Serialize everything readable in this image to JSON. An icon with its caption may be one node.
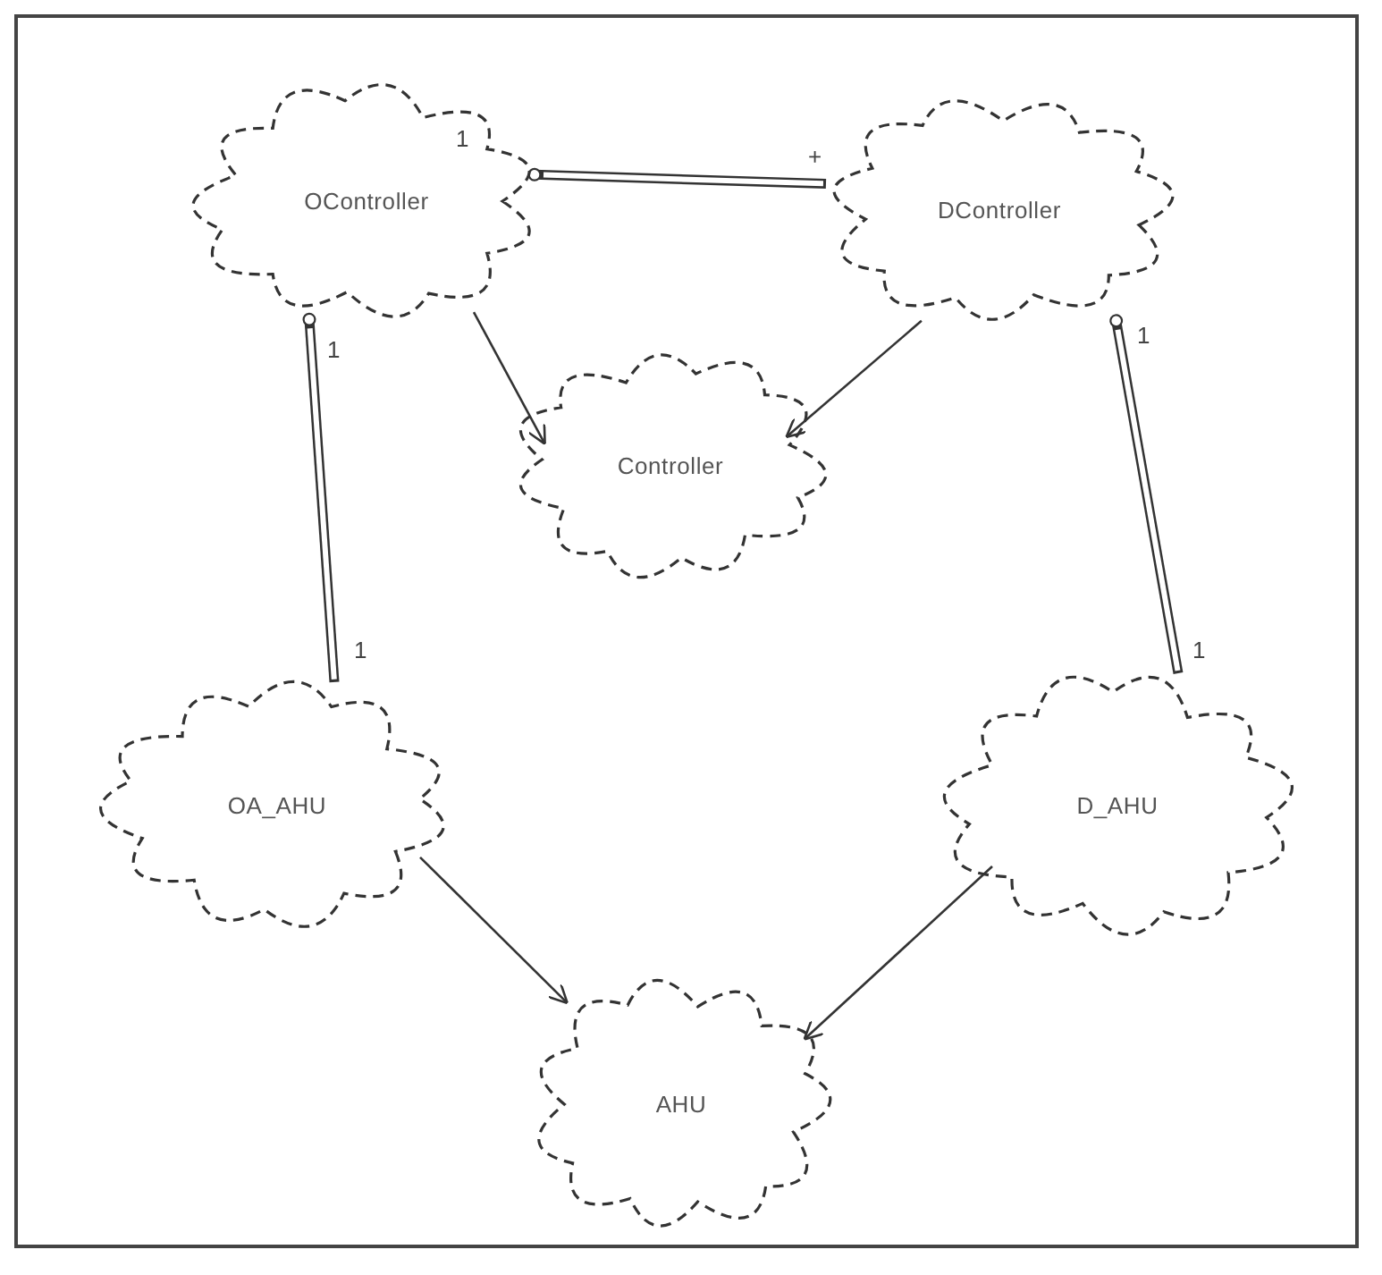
{
  "diagram": {
    "nodes": [
      {
        "text": [
          "OController"
        ]
      },
      {
        "text": [
          "DController"
        ]
      },
      {
        "text": [
          "Controller"
        ]
      },
      {
        "text": [
          "OA_AHU"
        ]
      },
      {
        "text": [
          "D_AHU"
        ]
      },
      {
        "text": [
          "AHU"
        ]
      }
    ],
    "edges": [
      {
        "from": 0,
        "to": 1,
        "arrow": "other",
        "style": "thick"
      },
      {
        "from": 0,
        "to": 2,
        "arrow": "to"
      },
      {
        "from": 1,
        "to": 2,
        "arrow": "to"
      },
      {
        "from": 0,
        "to": 3,
        "arrow": "other",
        "style": "thick"
      },
      {
        "from": 1,
        "to": 4,
        "arrow": "other",
        "style": "thick"
      },
      {
        "from": 3,
        "to": 5,
        "arrow": "to"
      },
      {
        "from": 4,
        "to": 5,
        "arrow": "to"
      }
    ],
    "labels": [
      "1",
      "+",
      "1",
      "1",
      "1",
      "1"
    ]
  }
}
